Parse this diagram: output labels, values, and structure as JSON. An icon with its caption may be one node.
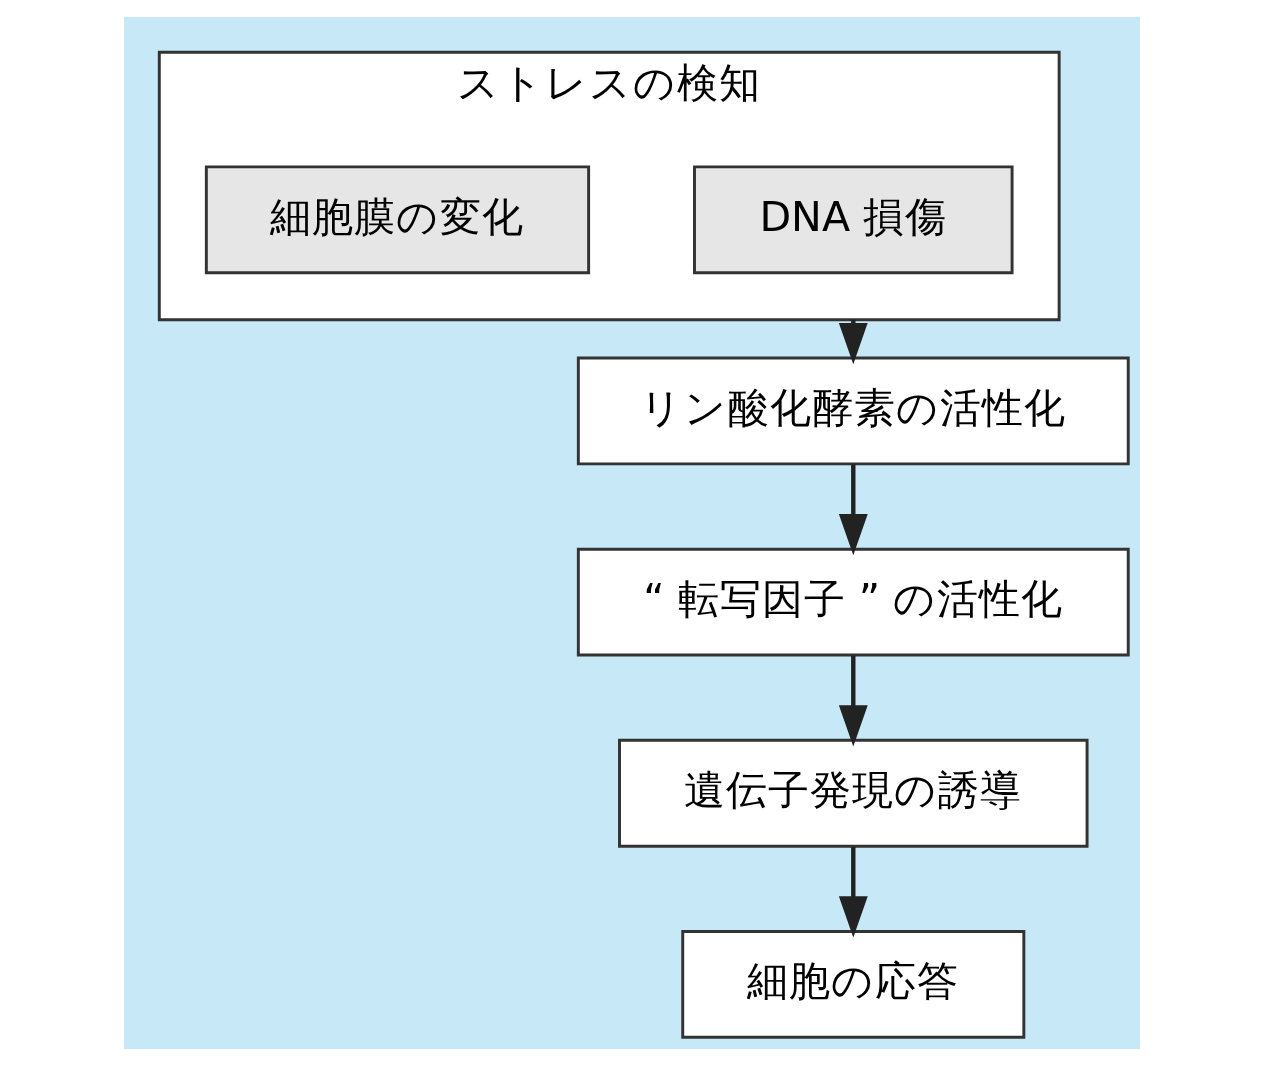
{
  "diagram": {
    "nodes": [
      {
        "text": [
          "ストレスの検知"
        ]
      },
      {
        "text": [
          "DNA 損傷"
        ],
        "in": 0
      },
      {
        "text": [
          "細胞膜の変化"
        ],
        "in": 0
      },
      {
        "text": [
          "リン酸化酵素の活性化"
        ]
      },
      {
        "text": [
          "“ 転写因子 ” の活性化"
        ]
      },
      {
        "text": [
          "遺伝子発現の誘導"
        ]
      },
      {
        "text": [
          "細胞の応答"
        ]
      }
    ],
    "edges": [
      {
        "from": 0,
        "to": 3,
        "arrow": "to"
      },
      {
        "from": 3,
        "to": 4,
        "arrow": "to"
      },
      {
        "from": 4,
        "to": 5,
        "arrow": "to"
      },
      {
        "from": 5,
        "to": 6,
        "arrow": "to"
      }
    ]
  }
}
